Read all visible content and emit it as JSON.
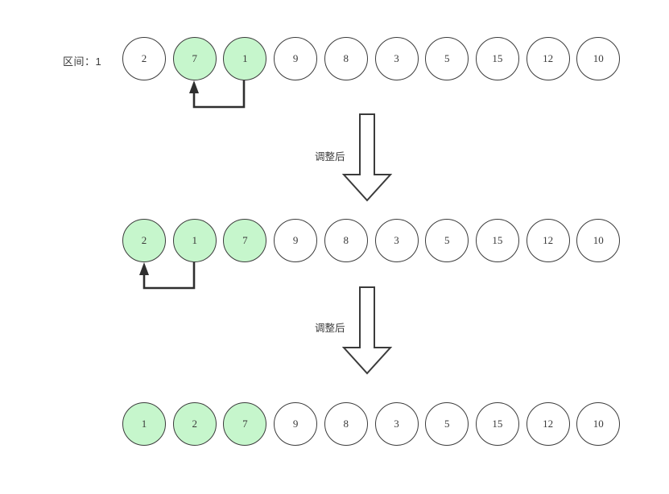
{
  "diagram": {
    "title_label": "区间：1",
    "colors": {
      "highlight_fill": "#c6f6cc",
      "stroke": "#3b3b3b",
      "text": "#3a3a3a",
      "background": "#ffffff"
    },
    "rows": [
      {
        "label": "区间：1",
        "values": [
          "2",
          "7",
          "1",
          "9",
          "8",
          "3",
          "5",
          "15",
          "12",
          "10"
        ],
        "highlighted": [
          1,
          2
        ],
        "swap": {
          "from_index": 2,
          "to_index": 1
        }
      },
      {
        "label": "",
        "values": [
          "2",
          "1",
          "7",
          "9",
          "8",
          "3",
          "5",
          "15",
          "12",
          "10"
        ],
        "highlighted": [
          0,
          1,
          2
        ],
        "swap": {
          "from_index": 1,
          "to_index": 0
        }
      },
      {
        "label": "",
        "values": [
          "1",
          "2",
          "7",
          "9",
          "8",
          "3",
          "5",
          "15",
          "12",
          "10"
        ],
        "highlighted": [
          0,
          1,
          2
        ],
        "swap": null
      }
    ],
    "transitions": [
      {
        "caption": "调整后"
      },
      {
        "caption": "调整后"
      }
    ]
  }
}
